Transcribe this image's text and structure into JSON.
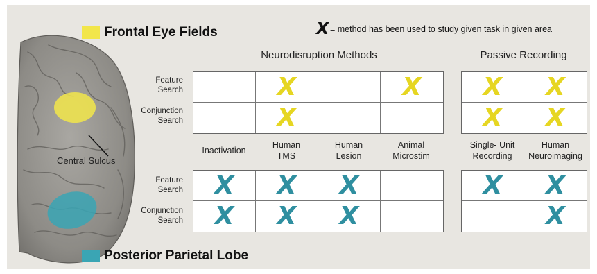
{
  "legend": {
    "frontal": {
      "label": "Frontal Eye Fields",
      "color": "#f2e64a"
    },
    "parietal": {
      "label": "Posterior Parietal Lobe",
      "color": "#3aa5b4"
    }
  },
  "key": {
    "symbol": "X",
    "text": "= method has been used to study given task in given area"
  },
  "brain": {
    "callout": "Central Sulcus"
  },
  "sections": {
    "neuro": "Neurodisruption Methods",
    "passive": "Passive Recording"
  },
  "row_labels": {
    "feature": "Feature\nSearch",
    "conjunction": "Conjunction\nSearch"
  },
  "columns": {
    "neuro": [
      "Inactivation",
      "Human\nTMS",
      "Human\nLesion",
      "Animal\nMicrostim"
    ],
    "passive": [
      "Single- Unit\nRecording",
      "Human\nNeuroimaging"
    ]
  },
  "mark_symbol": "X",
  "colors": {
    "fef_mark": "#e6d622",
    "ppl_mark": "#2f8fa0"
  },
  "matrix": {
    "fef_neuro": [
      [
        false,
        true,
        false,
        true
      ],
      [
        false,
        true,
        false,
        false
      ]
    ],
    "fef_passive": [
      [
        true,
        true
      ],
      [
        true,
        true
      ]
    ],
    "ppl_neuro": [
      [
        true,
        true,
        true,
        false
      ],
      [
        true,
        true,
        true,
        false
      ]
    ],
    "ppl_passive": [
      [
        true,
        true
      ],
      [
        false,
        true
      ]
    ]
  }
}
